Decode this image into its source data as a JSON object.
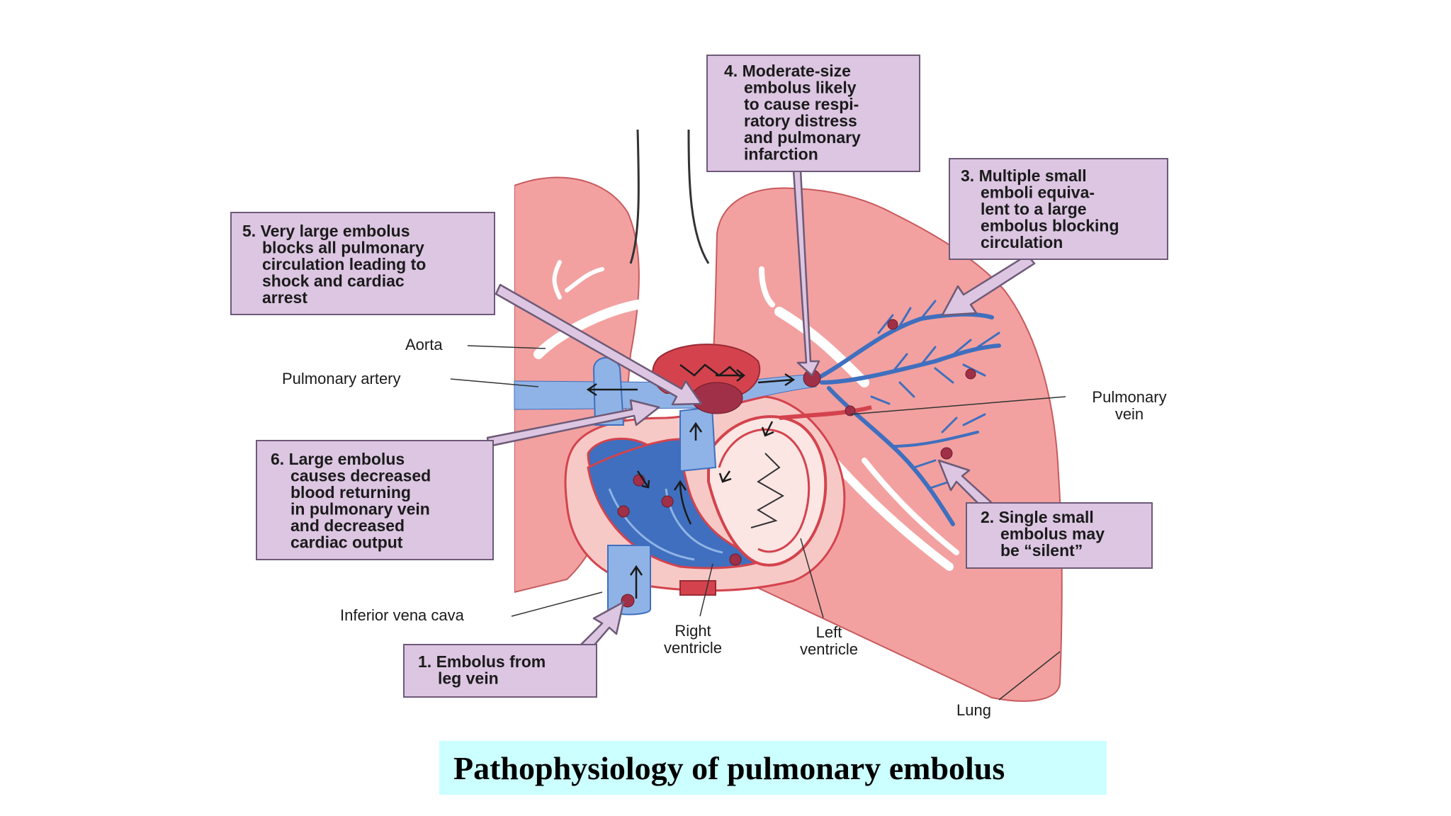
{
  "colors": {
    "lung_fill": "#f2a1a0",
    "lung_edge": "#c85a5e",
    "vessel_blue": "#8fb3e6",
    "vessel_blue_dark": "#3f6fbe",
    "heart_pink": "#f6c9c6",
    "heart_red": "#d4434d",
    "embolus": "#a03047",
    "callout_fill": "#dcc6e2",
    "callout_edge": "#6e5a78",
    "caption_bg": "#ccffff"
  },
  "callouts": {
    "c1": [
      "1. Embolus from",
      "leg vein"
    ],
    "c2": [
      "2. Single small",
      "embolus may",
      "be “silent”"
    ],
    "c3": [
      "3. Multiple small",
      "emboli equiva-",
      "lent to a large",
      "embolus blocking",
      "circulation"
    ],
    "c4": [
      "4. Moderate-size",
      "embolus likely",
      "to cause respi-",
      "ratory distress",
      "and pulmonary",
      "infarction"
    ],
    "c5": [
      "5. Very large embolus",
      "blocks all pulmonary",
      "circulation leading to",
      "shock and cardiac",
      "arrest"
    ],
    "c6": [
      "6. Large embolus",
      "causes decreased",
      "blood returning",
      "in pulmonary vein",
      "and decreased",
      "cardiac output"
    ]
  },
  "labels": {
    "aorta": "Aorta",
    "pulmonary_artery": "Pulmonary artery",
    "pulmonary_vein": [
      "Pulmonary",
      "vein"
    ],
    "inferior_vena_cava": "Inferior vena cava",
    "right_ventricle": [
      "Right",
      "ventricle"
    ],
    "left_ventricle": [
      "Left",
      "ventricle"
    ],
    "lung": "Lung"
  },
  "caption": "Pathophysiology of pulmonary embolus"
}
